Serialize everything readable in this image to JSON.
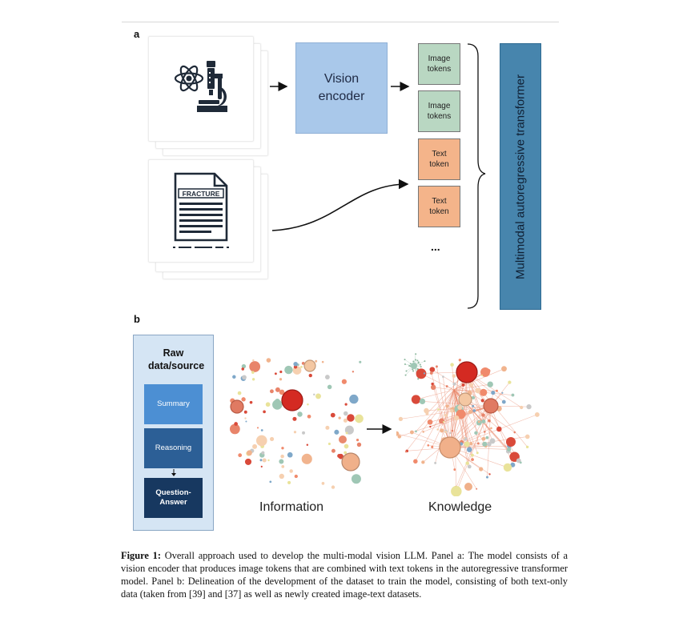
{
  "panel_a": {
    "label": "a",
    "vision_encoder": "Vision encoder",
    "tokens": [
      {
        "kind": "image",
        "label": "Image tokens"
      },
      {
        "kind": "image",
        "label": "Image tokens"
      },
      {
        "kind": "text",
        "label": "Text token"
      },
      {
        "kind": "text",
        "label": "Text token"
      }
    ],
    "ellipsis": "...",
    "document_word": "FRACTURE",
    "transformer": "Multimodal autoregressive transformer",
    "colors": {
      "vision": "#a9c8ea",
      "image_token": "#b9d7c2",
      "text_token": "#f4b48a",
      "transformer": "#4785ad"
    },
    "icons": [
      "atom-microscope-icon",
      "document-icon"
    ]
  },
  "panel_b": {
    "label": "b",
    "raw_title": "Raw data/source",
    "steps": [
      {
        "label": "Summary",
        "color": "#4c8fd3"
      },
      {
        "label": "Reasoning",
        "color": "#2c5f96"
      },
      {
        "label": "Question-Answer",
        "color": "#173860"
      }
    ],
    "information_label": "Information",
    "knowledge_label": "Knowledge"
  },
  "caption": {
    "lead": "Figure 1:",
    "text": " Overall approach used to develop the multi-modal vision LLM. Panel a: The model consists of a vision encoder that produces image tokens that are combined with text tokens in the autoregressive transformer model. Panel b: Delineation of the development of the dataset to train the model, consisting of both text-only data (taken from [39] and [37] as well as newly created image-text datasets."
  }
}
